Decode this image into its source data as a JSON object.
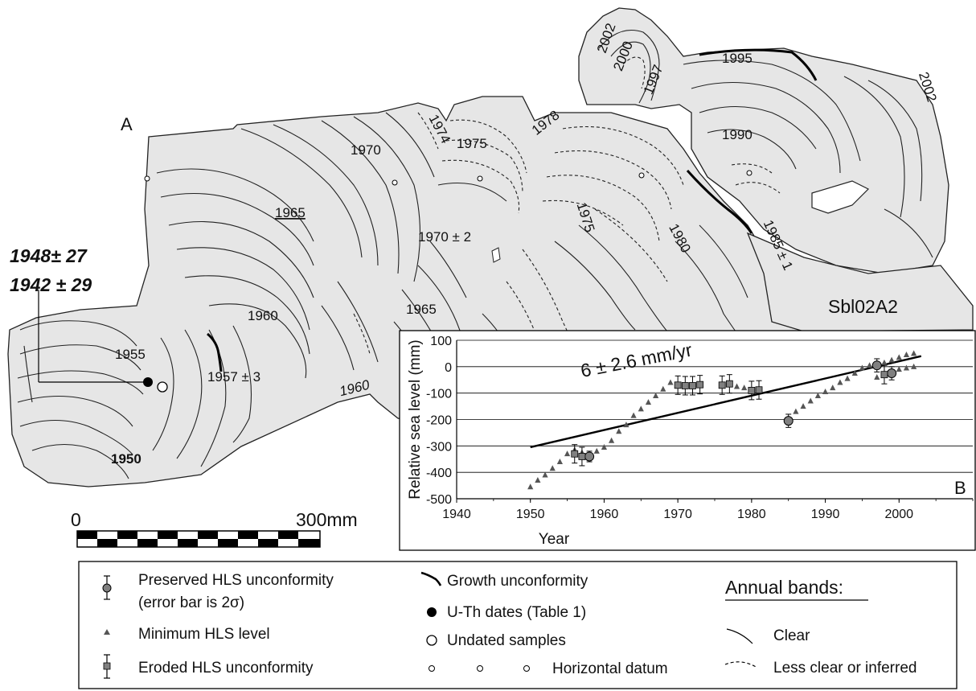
{
  "panel_a": {
    "label": "A",
    "sample_label": "Sbl02A2",
    "date_labels": [
      "1948± 27",
      "1942 ± 29"
    ],
    "year_labels": [
      "1970",
      "1974",
      "1975",
      "1978",
      "1965",
      "1970 ± 2",
      "1975",
      "1980",
      "1985 ± 1",
      "1960",
      "1955",
      "1957 ± 3",
      "1960",
      "1965",
      "1950",
      "2002",
      "2000",
      "1997",
      "1995",
      "2002",
      "1990"
    ],
    "scale": {
      "start": "0",
      "end": "300mm"
    }
  },
  "panel_b": {
    "label": "B"
  },
  "chart_data": {
    "type": "scatter",
    "xlabel": "Year",
    "ylabel": "Relative sea level (mm)",
    "xlim": [
      1940,
      2010
    ],
    "ylim": [
      -500,
      100
    ],
    "xticks": [
      1940,
      1950,
      1960,
      1970,
      1980,
      1990,
      2000
    ],
    "yticks": [
      100,
      0,
      -100,
      -200,
      -300,
      -400,
      -500
    ],
    "grid": "horizontal",
    "annotation": "6 ± 2.6 mm/yr",
    "trend_line": {
      "x": [
        1950,
        2003
      ],
      "y": [
        -305,
        40
      ]
    },
    "series": [
      {
        "marker": "triangle",
        "x": [
          1950,
          1951,
          1952,
          1953,
          1954,
          1955,
          1956,
          1957,
          1958,
          1959,
          1960,
          1961,
          1962,
          1963,
          1964,
          1965,
          1966,
          1967,
          1968,
          1969,
          1976,
          1977,
          1978,
          1979,
          1986,
          1987,
          1988,
          1989,
          1990,
          1991,
          1992,
          1993,
          1994,
          1995,
          1996,
          1997,
          1998,
          1999,
          2000,
          2001,
          2002,
          1997,
          1998,
          1999,
          2000,
          2001,
          2002
        ],
        "y": [
          -455,
          -430,
          -410,
          -385,
          -360,
          -330,
          -315,
          -325,
          -335,
          -320,
          -305,
          -280,
          -245,
          -220,
          -185,
          -160,
          -135,
          -110,
          -85,
          -60,
          -70,
          -65,
          -75,
          -80,
          -170,
          -150,
          -130,
          -110,
          -95,
          -80,
          -60,
          -45,
          -25,
          -5,
          5,
          10,
          15,
          25,
          35,
          45,
          50,
          -40,
          -30,
          -20,
          -10,
          -5,
          0
        ]
      },
      {
        "marker": "circle-errorbar",
        "x": [
          1958,
          1985,
          1997,
          1999
        ],
        "y": [
          -340,
          -205,
          5,
          -25
        ],
        "err": [
          20,
          25,
          25,
          25
        ]
      },
      {
        "marker": "square-errorbar",
        "x": [
          1956,
          1957,
          1970,
          1971,
          1972,
          1973,
          1976,
          1977,
          1980,
          1981,
          1998
        ],
        "y": [
          -330,
          -340,
          -70,
          -72,
          -72,
          -68,
          -70,
          -65,
          -90,
          -88,
          -30
        ],
        "err": [
          35,
          35,
          35,
          35,
          35,
          35,
          35,
          35,
          35,
          35,
          35
        ]
      }
    ]
  },
  "legend": {
    "preserved": [
      "Preserved HLS unconformity",
      "(error bar is 2σ)"
    ],
    "minimum": "Minimum HLS level",
    "eroded": "Eroded HLS unconformity",
    "growth": "Growth unconformity",
    "uth": "U-Th dates (Table 1)",
    "undated": "Undated samples",
    "datum": "Horizontal datum",
    "bands_title": "Annual bands:",
    "clear": "Clear",
    "less_clear": "Less clear or inferred"
  }
}
